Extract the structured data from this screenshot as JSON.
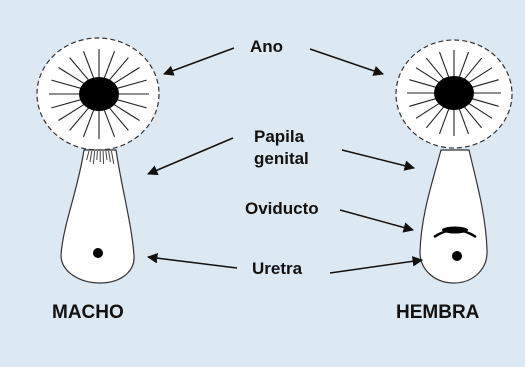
{
  "diagram": {
    "labels": {
      "ano": "Ano",
      "papila_line1": "Papila",
      "papila_line2": "genital",
      "oviducto": "Oviducto",
      "uretra": "Uretra"
    },
    "figures": {
      "male": "MACHO",
      "female": "HEMBRA"
    },
    "colors": {
      "background": "#dde9f2",
      "ink": "#111111",
      "figure_fill": "#ffffff"
    }
  }
}
